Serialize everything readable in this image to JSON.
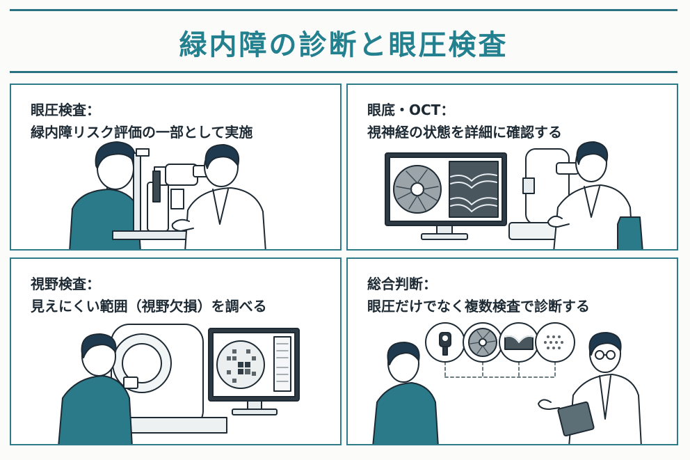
{
  "header": {
    "title": "緑内障の診断と眼圧検査"
  },
  "panels": [
    {
      "id": "iop",
      "heading": "眼圧検査：",
      "description": "緑内障リスク評価の一部として実施"
    },
    {
      "id": "fundus-oct",
      "heading": "眼底・OCT：",
      "description": "視神経の状態を詳細に確認する"
    },
    {
      "id": "visual-field",
      "heading": "視野検査：",
      "description": "見えにくい範囲（視野欠損）を調べる"
    },
    {
      "id": "overall",
      "heading": "総合判断：",
      "description": "眼圧だけでなく複数検査で診断する"
    }
  ],
  "colors": {
    "accent": "#2a7281",
    "title": "#23808f",
    "patient_shirt": "#2b7a8a",
    "hair": "#1f3a4f",
    "line": "#1d2a33"
  }
}
